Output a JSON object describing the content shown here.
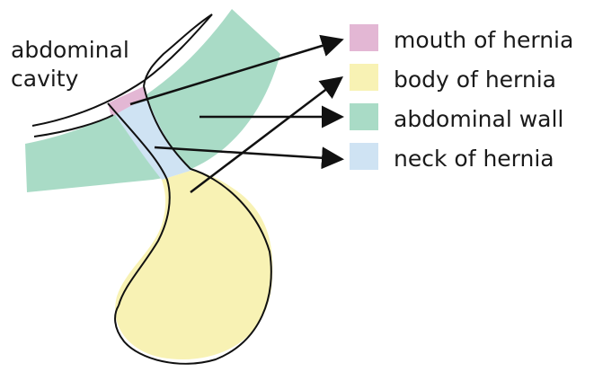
{
  "region_label": {
    "line1": "abdominal",
    "line2": "cavity"
  },
  "legend": [
    {
      "label": "mouth of hernia",
      "color": "#e3b7d4"
    },
    {
      "label": "body of hernia",
      "color": "#f8f2b4"
    },
    {
      "label": "abdominal wall",
      "color": "#a9dbc6"
    },
    {
      "label": "neck of hernia",
      "color": "#cfe3f3"
    }
  ],
  "colors": {
    "outline": "#111111",
    "arrow": "#111111",
    "text": "#1a1a1a"
  }
}
